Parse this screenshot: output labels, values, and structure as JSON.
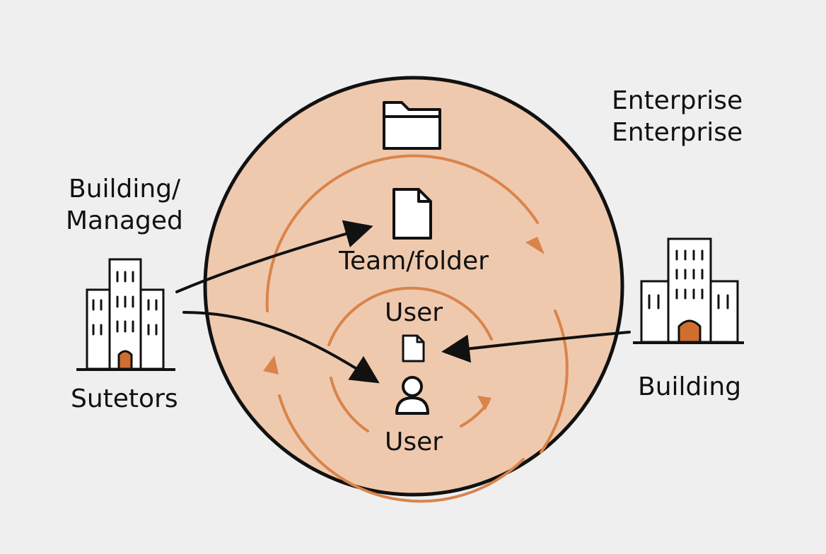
{
  "labels": {
    "enterprise_line1": "Enterprise",
    "enterprise_line2": "Enterprise",
    "left_building_line1": "Building/",
    "left_building_line2": "Managed",
    "left_bottom": "Sutetors",
    "right_bottom": "Building",
    "team_folder": "Team/folder",
    "user_top": "User",
    "user_bottom": "User"
  },
  "colors": {
    "background": "#efefef",
    "outer_circle_fill": "#efc9ae",
    "outline": "#111111",
    "accent_orange": "#d9844a",
    "door_fill": "#d06e2f"
  },
  "icons": [
    "folder-icon",
    "document-icon",
    "small-document-icon",
    "user-icon",
    "building-icon"
  ]
}
